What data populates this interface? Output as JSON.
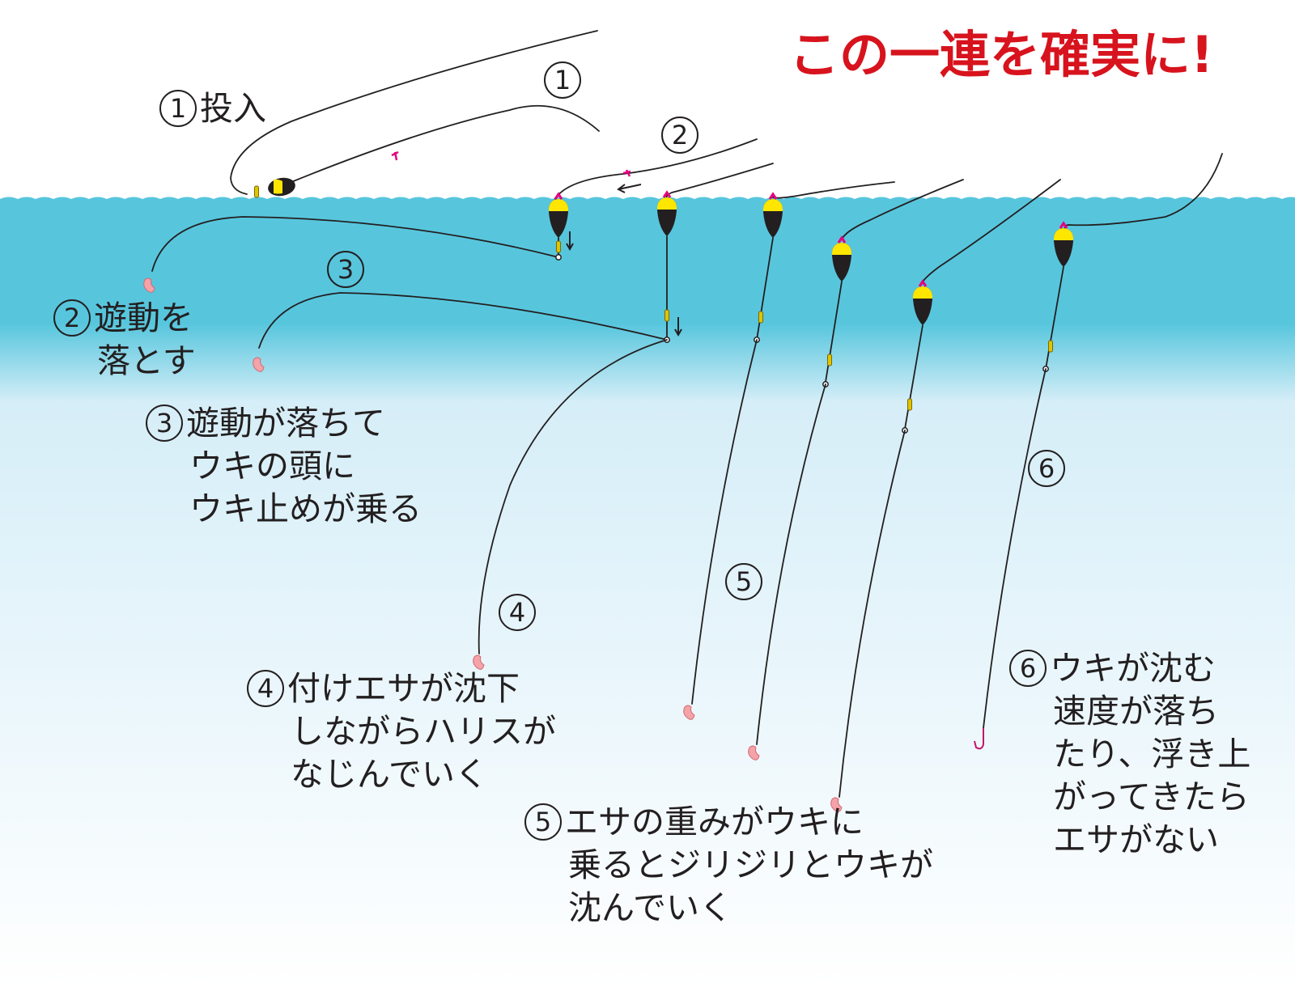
{
  "headline": "この一連を確実に!",
  "colors": {
    "headline": "#d7131d",
    "water_top": "#57c6dd",
    "water_bottom": "#ffffff",
    "line": "#231f20",
    "float_body": "#231f20",
    "float_top": "#ffe600",
    "stopper": "#e5007e",
    "bait": "#f4a3a8"
  },
  "icons": [
    "float-icon",
    "bait-icon",
    "hook-icon",
    "arrow-icon",
    "stopper-icon"
  ],
  "step_markers": [
    "①",
    "②",
    "③",
    "④",
    "⑤",
    "⑥"
  ],
  "steps": [
    {
      "num": "①",
      "lines": [
        "投入"
      ]
    },
    {
      "num": "②",
      "lines": [
        "遊動を",
        "落とす"
      ]
    },
    {
      "num": "③",
      "lines": [
        "遊動が落ちて",
        "ウキの頭に",
        "ウキ止めが乗る"
      ]
    },
    {
      "num": "④",
      "lines": [
        "付けエサが沈下",
        "しながらハリスが",
        "なじんでいく"
      ]
    },
    {
      "num": "⑤",
      "lines": [
        "エサの重みがウキに",
        "乗るとジリジリとウキが",
        "沈んでいく"
      ]
    },
    {
      "num": "⑥",
      "lines": [
        "ウキが沈む",
        "速度が落ち",
        "たり、浮き上",
        "がってきたら",
        "エサがない"
      ]
    }
  ]
}
